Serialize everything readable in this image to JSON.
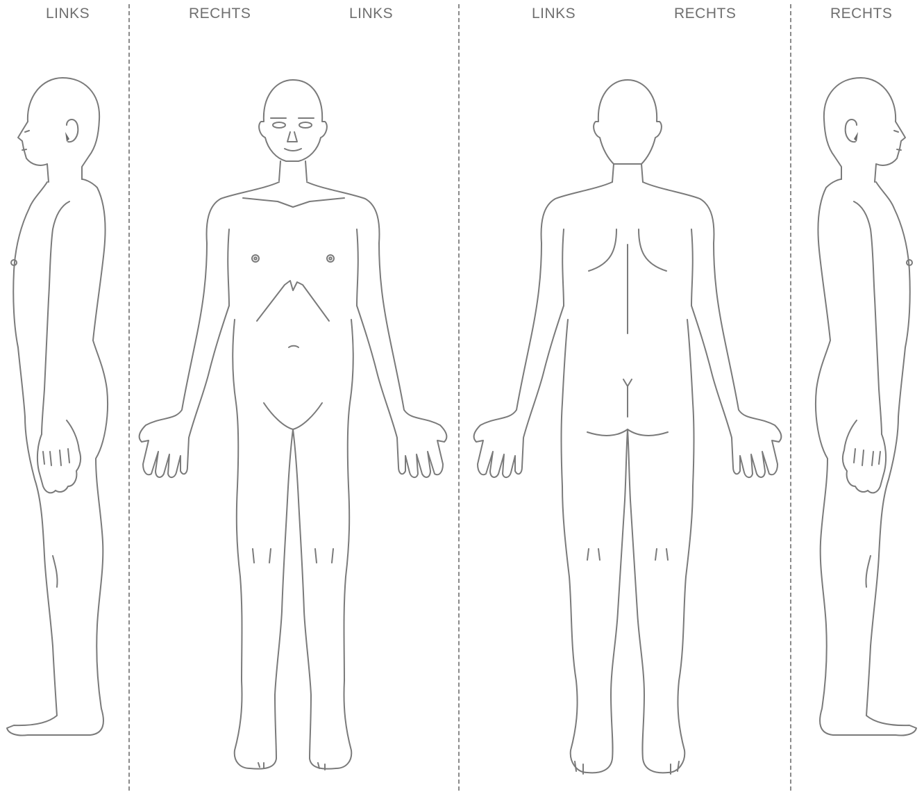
{
  "labels": {
    "panel1": "LINKS",
    "panel2_left": "RECHTS",
    "panel2_right": "LINKS",
    "panel3_left": "LINKS",
    "panel3_right": "RECHTS",
    "panel4": "RECHTS"
  },
  "colors": {
    "line": "#7a7a7a",
    "label": "#6f6f6f",
    "divider": "#8a8a8a",
    "background": "#ffffff"
  }
}
